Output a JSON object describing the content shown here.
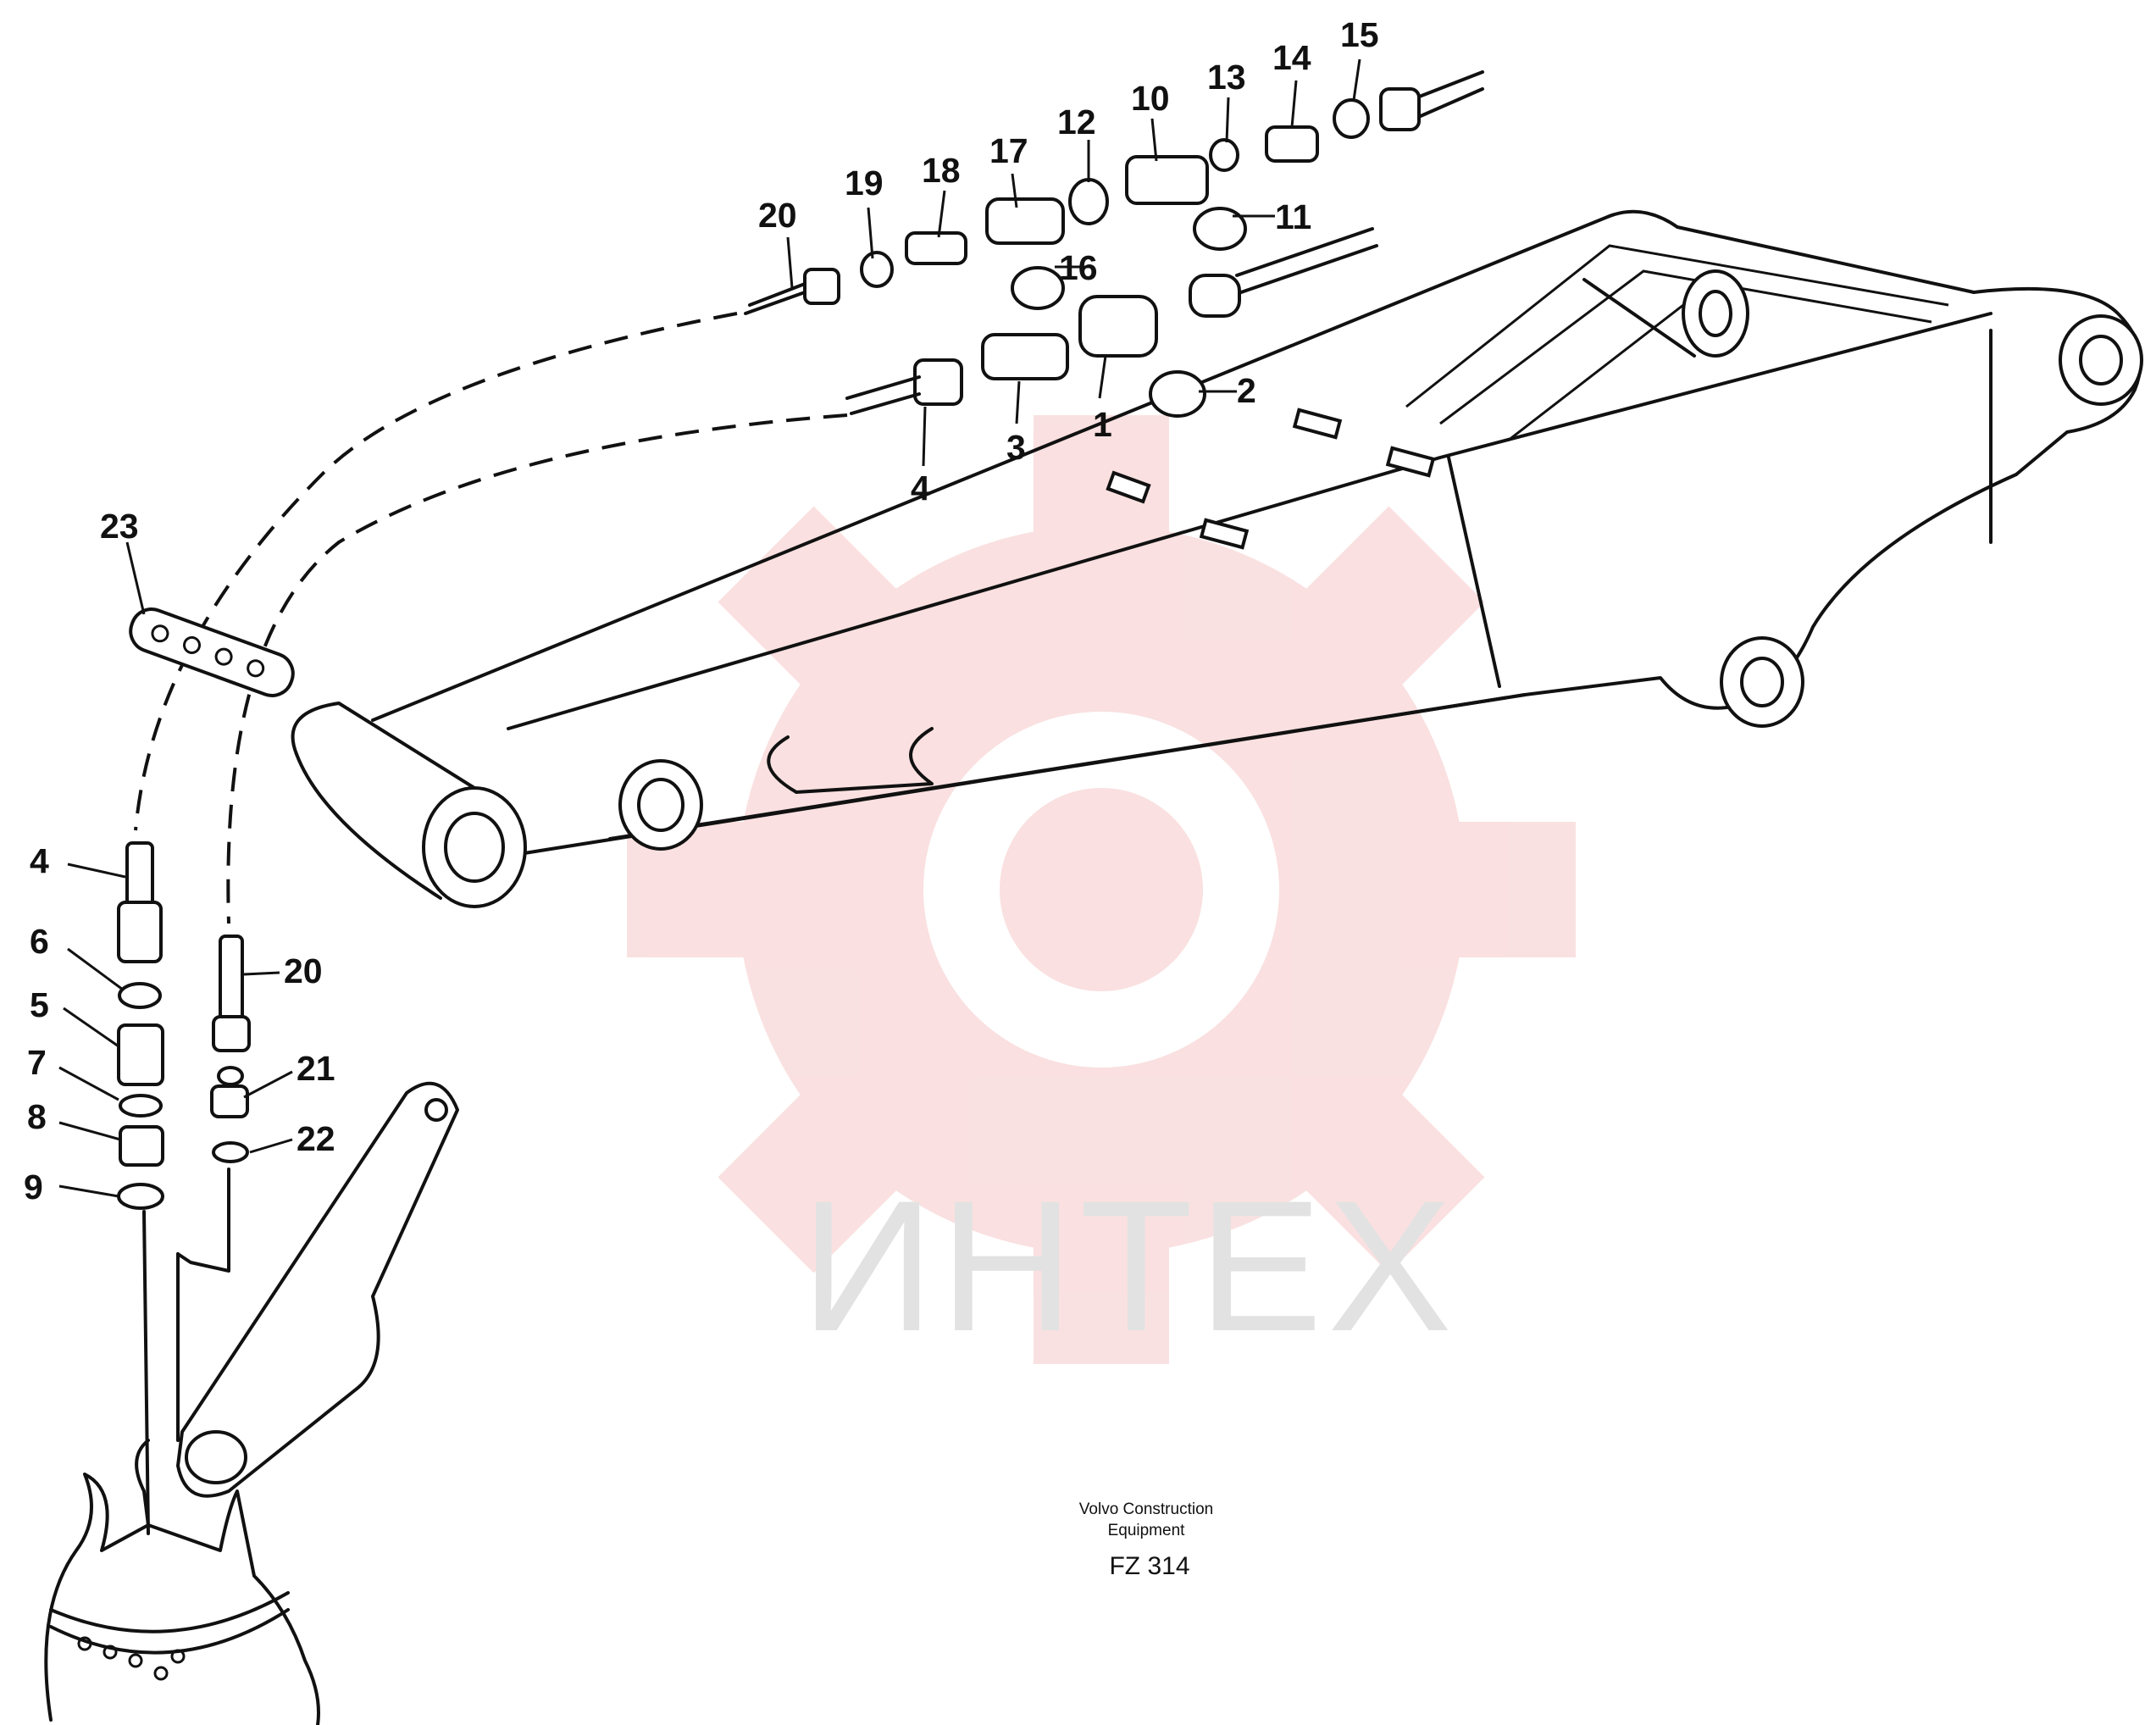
{
  "watermark": {
    "text": "ИНТЕХ",
    "color": "#e2e2e2",
    "gear_color": "#f6c8c8"
  },
  "caption": {
    "line1": "Volvo Construction",
    "line2": "Equipment",
    "code": "FZ 314"
  },
  "callouts": {
    "c1": "1",
    "c2": "2",
    "c3": "3",
    "c4a": "4",
    "c4b": "4",
    "c5": "5",
    "c6": "6",
    "c7": "7",
    "c8": "8",
    "c9": "9",
    "c10": "10",
    "c11": "11",
    "c12": "12",
    "c13": "13",
    "c14": "14",
    "c15": "15",
    "c16": "16",
    "c17": "17",
    "c18": "18",
    "c19": "19",
    "c20a": "20",
    "c20b": "20",
    "c21": "21",
    "c22": "22",
    "c23": "23"
  }
}
